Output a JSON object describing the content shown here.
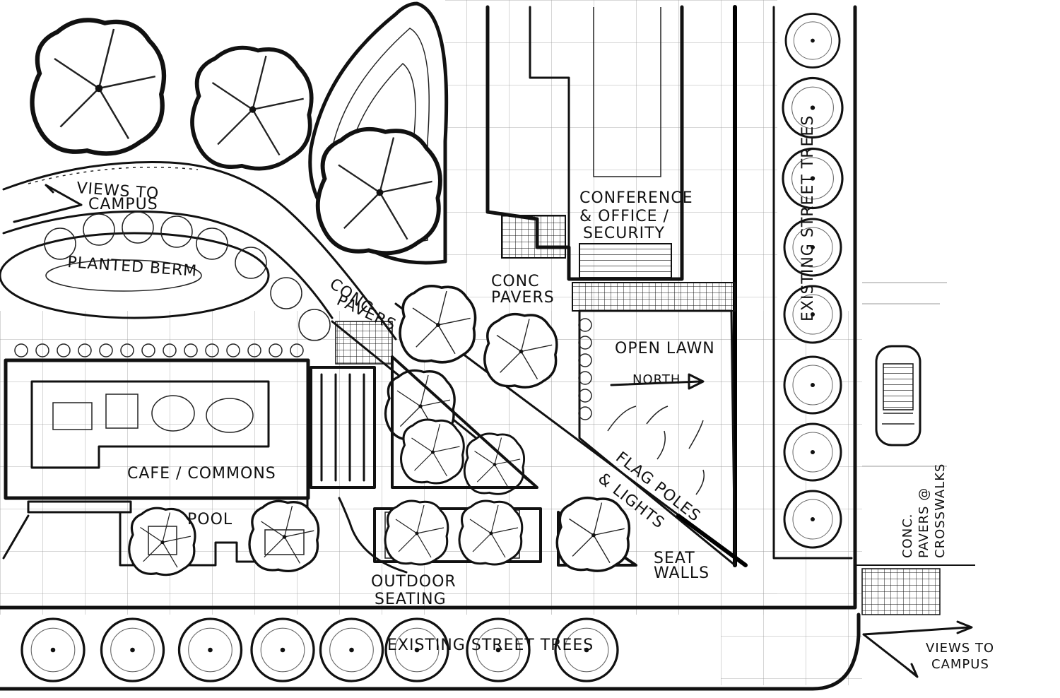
{
  "labels": {
    "views_top": [
      "VIEWS TO",
      "CAMPUS"
    ],
    "planted_berm": "PLANTED BERM",
    "conc_pavers_left": [
      "CONC",
      "PAVERS"
    ],
    "conc_pavers_right": [
      "CONC",
      "PAVERS"
    ],
    "conference": [
      "CONFERENCE",
      "& OFFICE /",
      "SECURITY"
    ],
    "open_lawn": "OPEN LAWN",
    "north": "NORTH",
    "cafe": "CAFE / COMMONS",
    "pool": "POOL",
    "flag_poles": "FLAG POLES",
    "lights": "& LIGHTS",
    "seat_walls": [
      "SEAT",
      "WALLS"
    ],
    "outdoor_seating": [
      "OUTDOOR",
      "SEATING"
    ],
    "existing_street_trees_bottom": "EXISTING STREET TREES",
    "existing_street_trees_right": "EXISTING STREET TREES",
    "conc_pavers_crosswalks": [
      "CONC.",
      "PAVERS @",
      "CROSSWALKS"
    ],
    "views_bottom": [
      "VIEWS TO",
      "CAMPUS"
    ]
  }
}
